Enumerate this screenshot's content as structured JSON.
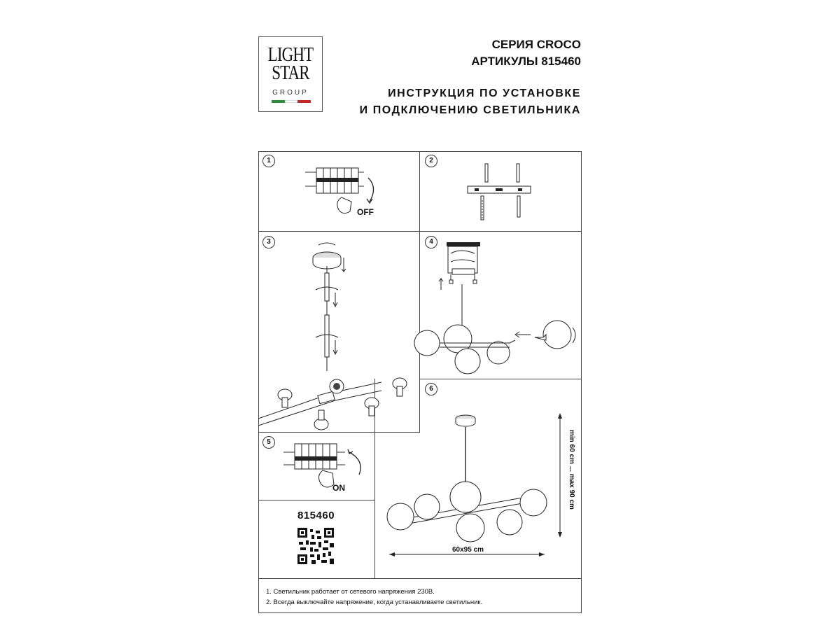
{
  "header": {
    "logo": {
      "line1": "LIGHT",
      "line2": "STAR",
      "line3": "GROUP"
    },
    "series": "СЕРИЯ CROCO",
    "articles": "АРТИКУЛЫ 815460",
    "title_line1": "ИНСТРУКЦИЯ ПО УСТАНОВКЕ",
    "title_line2": "И ПОДКЛЮЧЕНИЮ СВЕТИЛЬНИКА"
  },
  "steps": [
    {
      "number": "1",
      "label": "OFF"
    },
    {
      "number": "2"
    },
    {
      "number": "3"
    },
    {
      "number": "4"
    },
    {
      "number": "5",
      "label": "ON"
    },
    {
      "number": "6"
    }
  ],
  "product_code": "815460",
  "dimensions": {
    "height": "min 60 cm ... max 90 cm",
    "width": "60x95 cm"
  },
  "notes": [
    "1. Светильник работает от сетевого напряжения 230В.",
    "2. Всегда выключайте напряжение, когда устанавливаете светильник."
  ],
  "colors": {
    "flag_green": "#2e8b3a",
    "flag_white": "#ffffff",
    "flag_red": "#c62828",
    "line": "#444444"
  }
}
